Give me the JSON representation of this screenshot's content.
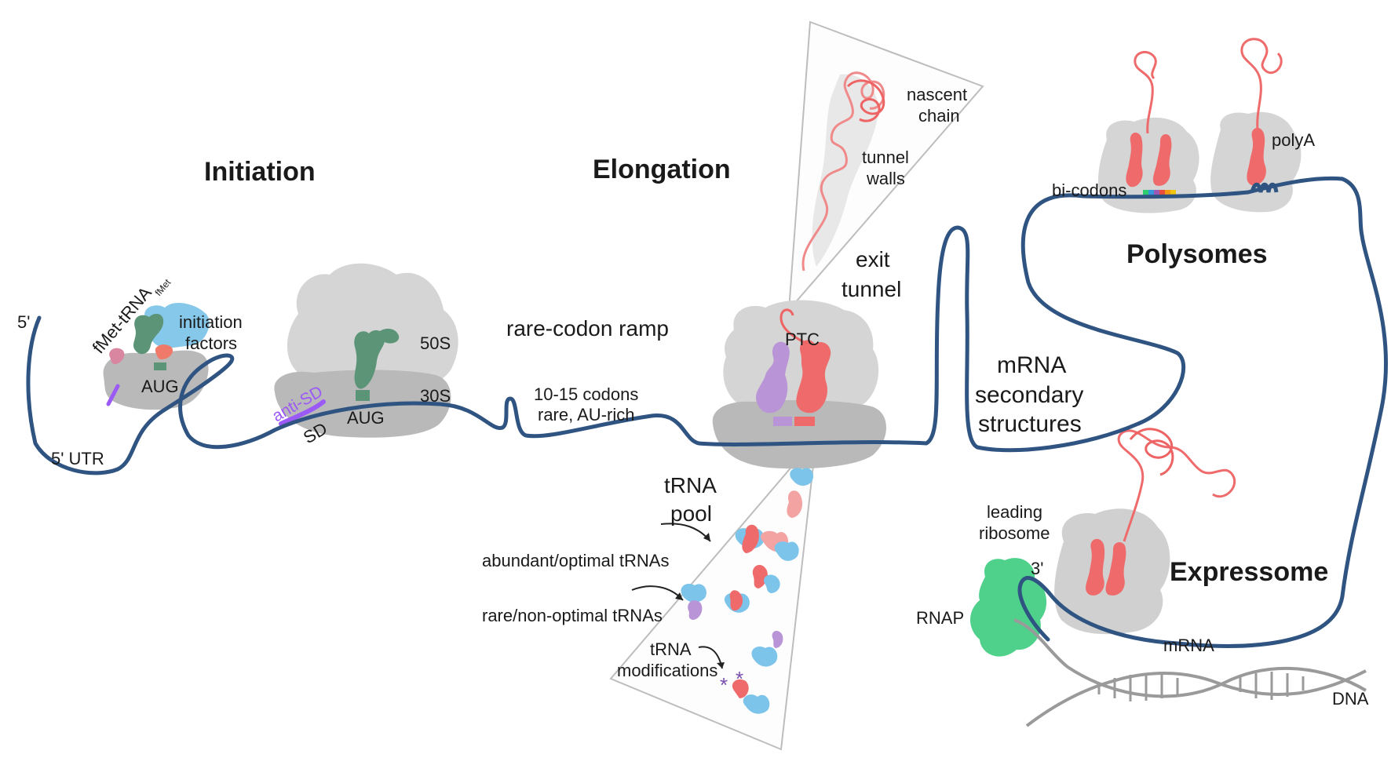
{
  "headings": {
    "initiation": "Initiation",
    "elongation": "Elongation",
    "polysomes": "Polysomes",
    "expressome": "Expressome"
  },
  "labels": {
    "five_prime": "5'",
    "five_prime_utr": "5' UTR",
    "fmet_trna": "fMet-tRNA",
    "fmet_sup": "fMet",
    "initiation_factors_1": "initiation",
    "initiation_factors_2": "factors",
    "aug_initiation": "AUG",
    "aug_ribosome": "AUG",
    "anti_sd": "anti-SD",
    "sd": "SD",
    "s50": "50S",
    "s30": "30S",
    "rare_codon_ramp": "rare-codon ramp",
    "codons_1": "10-15 codons",
    "codons_2": "rare, AU-rich",
    "ptc": "PTC",
    "exit_tunnel_1": "exit",
    "exit_tunnel_2": "tunnel",
    "nascent_chain_1": "nascent",
    "nascent_chain_2": "chain",
    "tunnel_walls_1": "tunnel",
    "tunnel_walls_2": "walls",
    "trna_pool_1": "tRNA",
    "trna_pool_2": "pool",
    "abundant_trnas": "abundant/optimal tRNAs",
    "rare_trnas": "rare/non-optimal tRNAs",
    "trna_mods_1": "tRNA",
    "trna_mods_2": "modifications",
    "mrna_secondary_1": "mRNA",
    "mrna_secondary_2": "secondary",
    "mrna_secondary_3": "structures",
    "bi_codons": "bi-codons",
    "polya": "polyA",
    "leading_ribosome_1": "leading",
    "leading_ribosome_2": "ribosome",
    "three_prime": "3'",
    "rnap": "RNAP",
    "mrna": "mRNA",
    "dna": "DNA"
  },
  "colors": {
    "mrna_line": "#2f5482",
    "ribosome_large": "#d5d5d5",
    "ribosome_small": "#b8b8b8",
    "trna_red": "#ef6b6b",
    "trna_purple": "#b994d6",
    "trna_green": "#5b9477",
    "factor_blue": "#7cc4ea",
    "rnap_green": "#4fd18c",
    "sd_purple": "#9b59f6",
    "dna_gray": "#9a9a9a"
  }
}
